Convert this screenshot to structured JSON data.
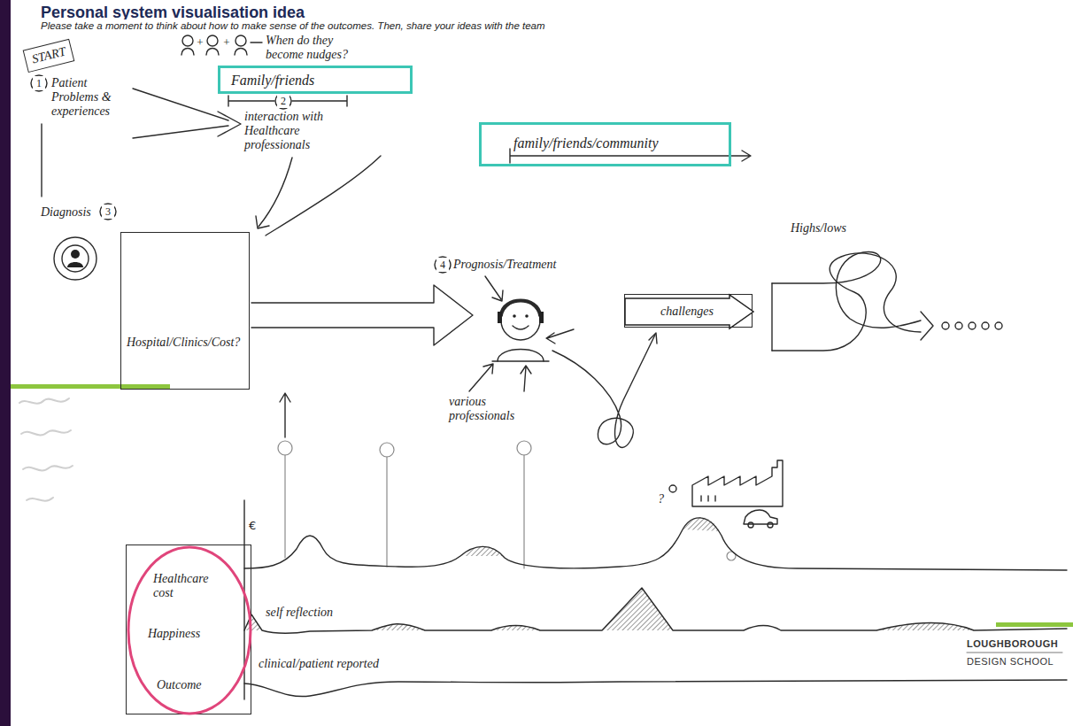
{
  "diagram": {
    "title": "Personal system visualisation idea",
    "nodes": [
      {
        "text": [
          "START"
        ]
      },
      {
        "text": [
          "Family/friends"
        ]
      },
      {
        "text": [
          "family/friends/community"
        ]
      },
      {
        "text": [
          "Diagnosis",
          "Hospital/Clinics/Cost?"
        ]
      },
      {
        "text": [
          "challenges"
        ]
      },
      {
        "text": [
          "Healthcare cost",
          "Happiness",
          "Outcome"
        ]
      }
    ],
    "labels": [
      "Please take a moment to think about how to make sense of the outcomes. Then, share your ideas with the team",
      "1",
      "Patient Problems & experiences",
      "+",
      "+",
      "When do they become nudges?",
      "2",
      "interaction with Healthcare professionals",
      "3",
      "Highs/lows",
      "4",
      "Prognosis/Treatment",
      "various professionals",
      "?",
      "€",
      "self reflection",
      "clinical/patient reported",
      "LOUGHBOROUGH",
      "DESIGN SCHOOL"
    ]
  }
}
